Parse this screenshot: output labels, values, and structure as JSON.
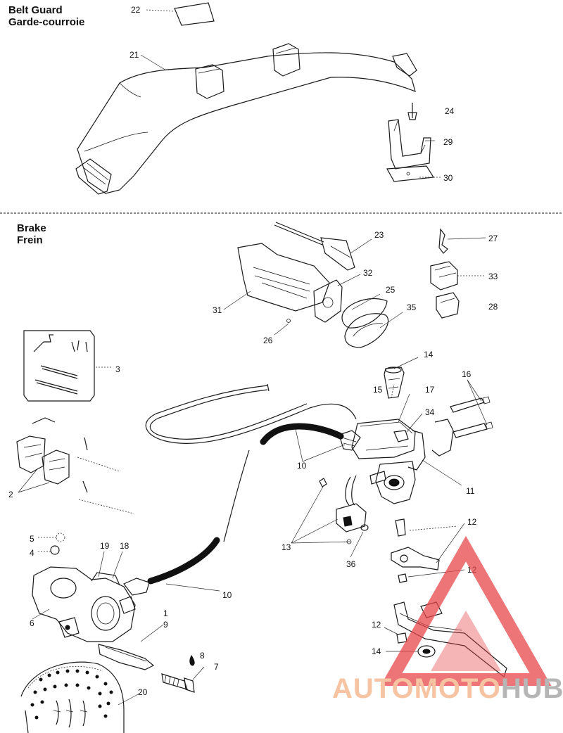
{
  "sections": {
    "belt_guard": {
      "title_en": "Belt Guard",
      "title_fr": "Garde-courroie"
    },
    "brake": {
      "title_en": "Brake",
      "title_fr": "Frein"
    }
  },
  "callouts": {
    "c22": "22",
    "c21": "21",
    "c24": "24",
    "c29": "29",
    "c30": "30",
    "c23": "23",
    "c27": "27",
    "c32": "32",
    "c33": "33",
    "c25": "25",
    "c31": "31",
    "c35": "35",
    "c28": "28",
    "c26": "26",
    "c3": "3",
    "c14a": "14",
    "c16": "16",
    "c15": "15",
    "c17": "17",
    "c34": "34",
    "c10a": "10",
    "c11": "11",
    "c2": "2",
    "c12a": "12",
    "c13": "13",
    "c36": "36",
    "c12b": "12",
    "c5": "5",
    "c4": "4",
    "c19": "19",
    "c18": "18",
    "c10b": "10",
    "c6": "6",
    "c1": "1",
    "c9": "9",
    "c12c": "12",
    "c14b": "14",
    "c8": "8",
    "c7": "7",
    "c20": "20"
  },
  "watermark": {
    "part1": "AUTOMOTO",
    "part2": "HUB",
    "color_part1": "#f4b183",
    "color_part2": "#9e9e9e",
    "triangle_color": "#e8484c"
  },
  "colors": {
    "ink": "#111111",
    "background": "#ffffff"
  }
}
